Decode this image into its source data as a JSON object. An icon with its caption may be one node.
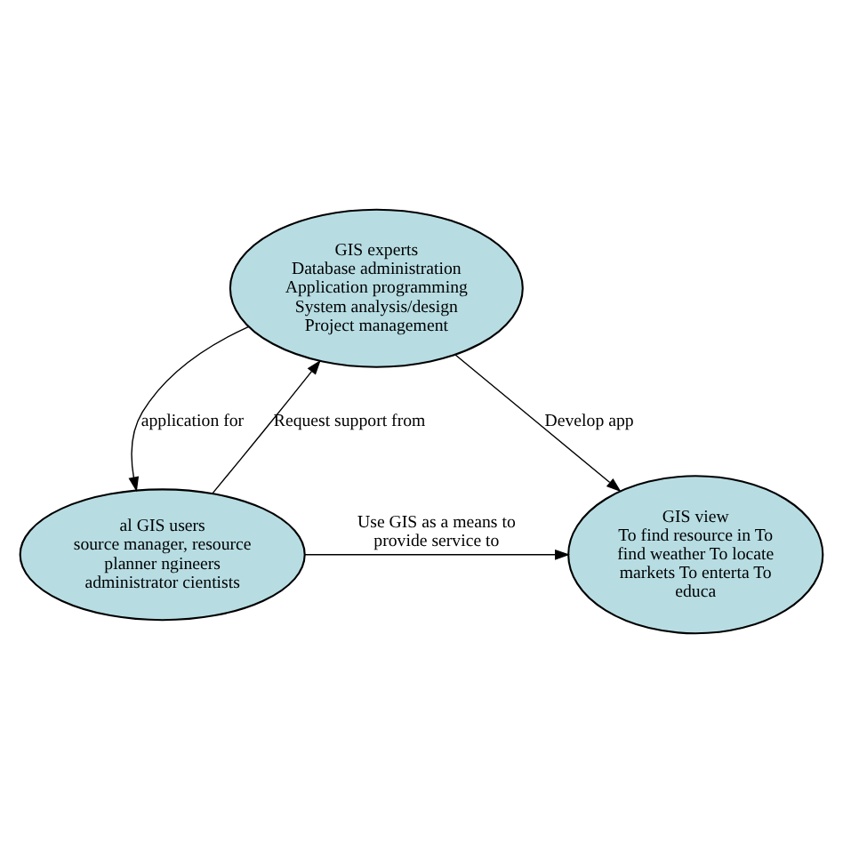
{
  "diagram": {
    "nodes": [
      {
        "text": [
          "GIS experts",
          "Database administration Application programming System analysis/design Project management"
        ]
      },
      {
        "text": [
          "al GIS users",
          "source manager, resource planner ngineers administrator cientists"
        ]
      },
      {
        "text": [
          "GIS view",
          "To find resource in To find weather To locate markets To enterta To educa"
        ]
      }
    ],
    "edges": [
      {
        "from": 0,
        "to": 1,
        "arrow": "to",
        "label": "application for"
      },
      {
        "from": 1,
        "to": 0,
        "arrow": "to",
        "label": "Request support from"
      },
      {
        "from": 0,
        "to": 2,
        "arrow": "to",
        "label": "Develop app"
      },
      {
        "from": 1,
        "to": 2,
        "arrow": "to",
        "label": "Use GIS as a means to provide service to"
      }
    ]
  }
}
